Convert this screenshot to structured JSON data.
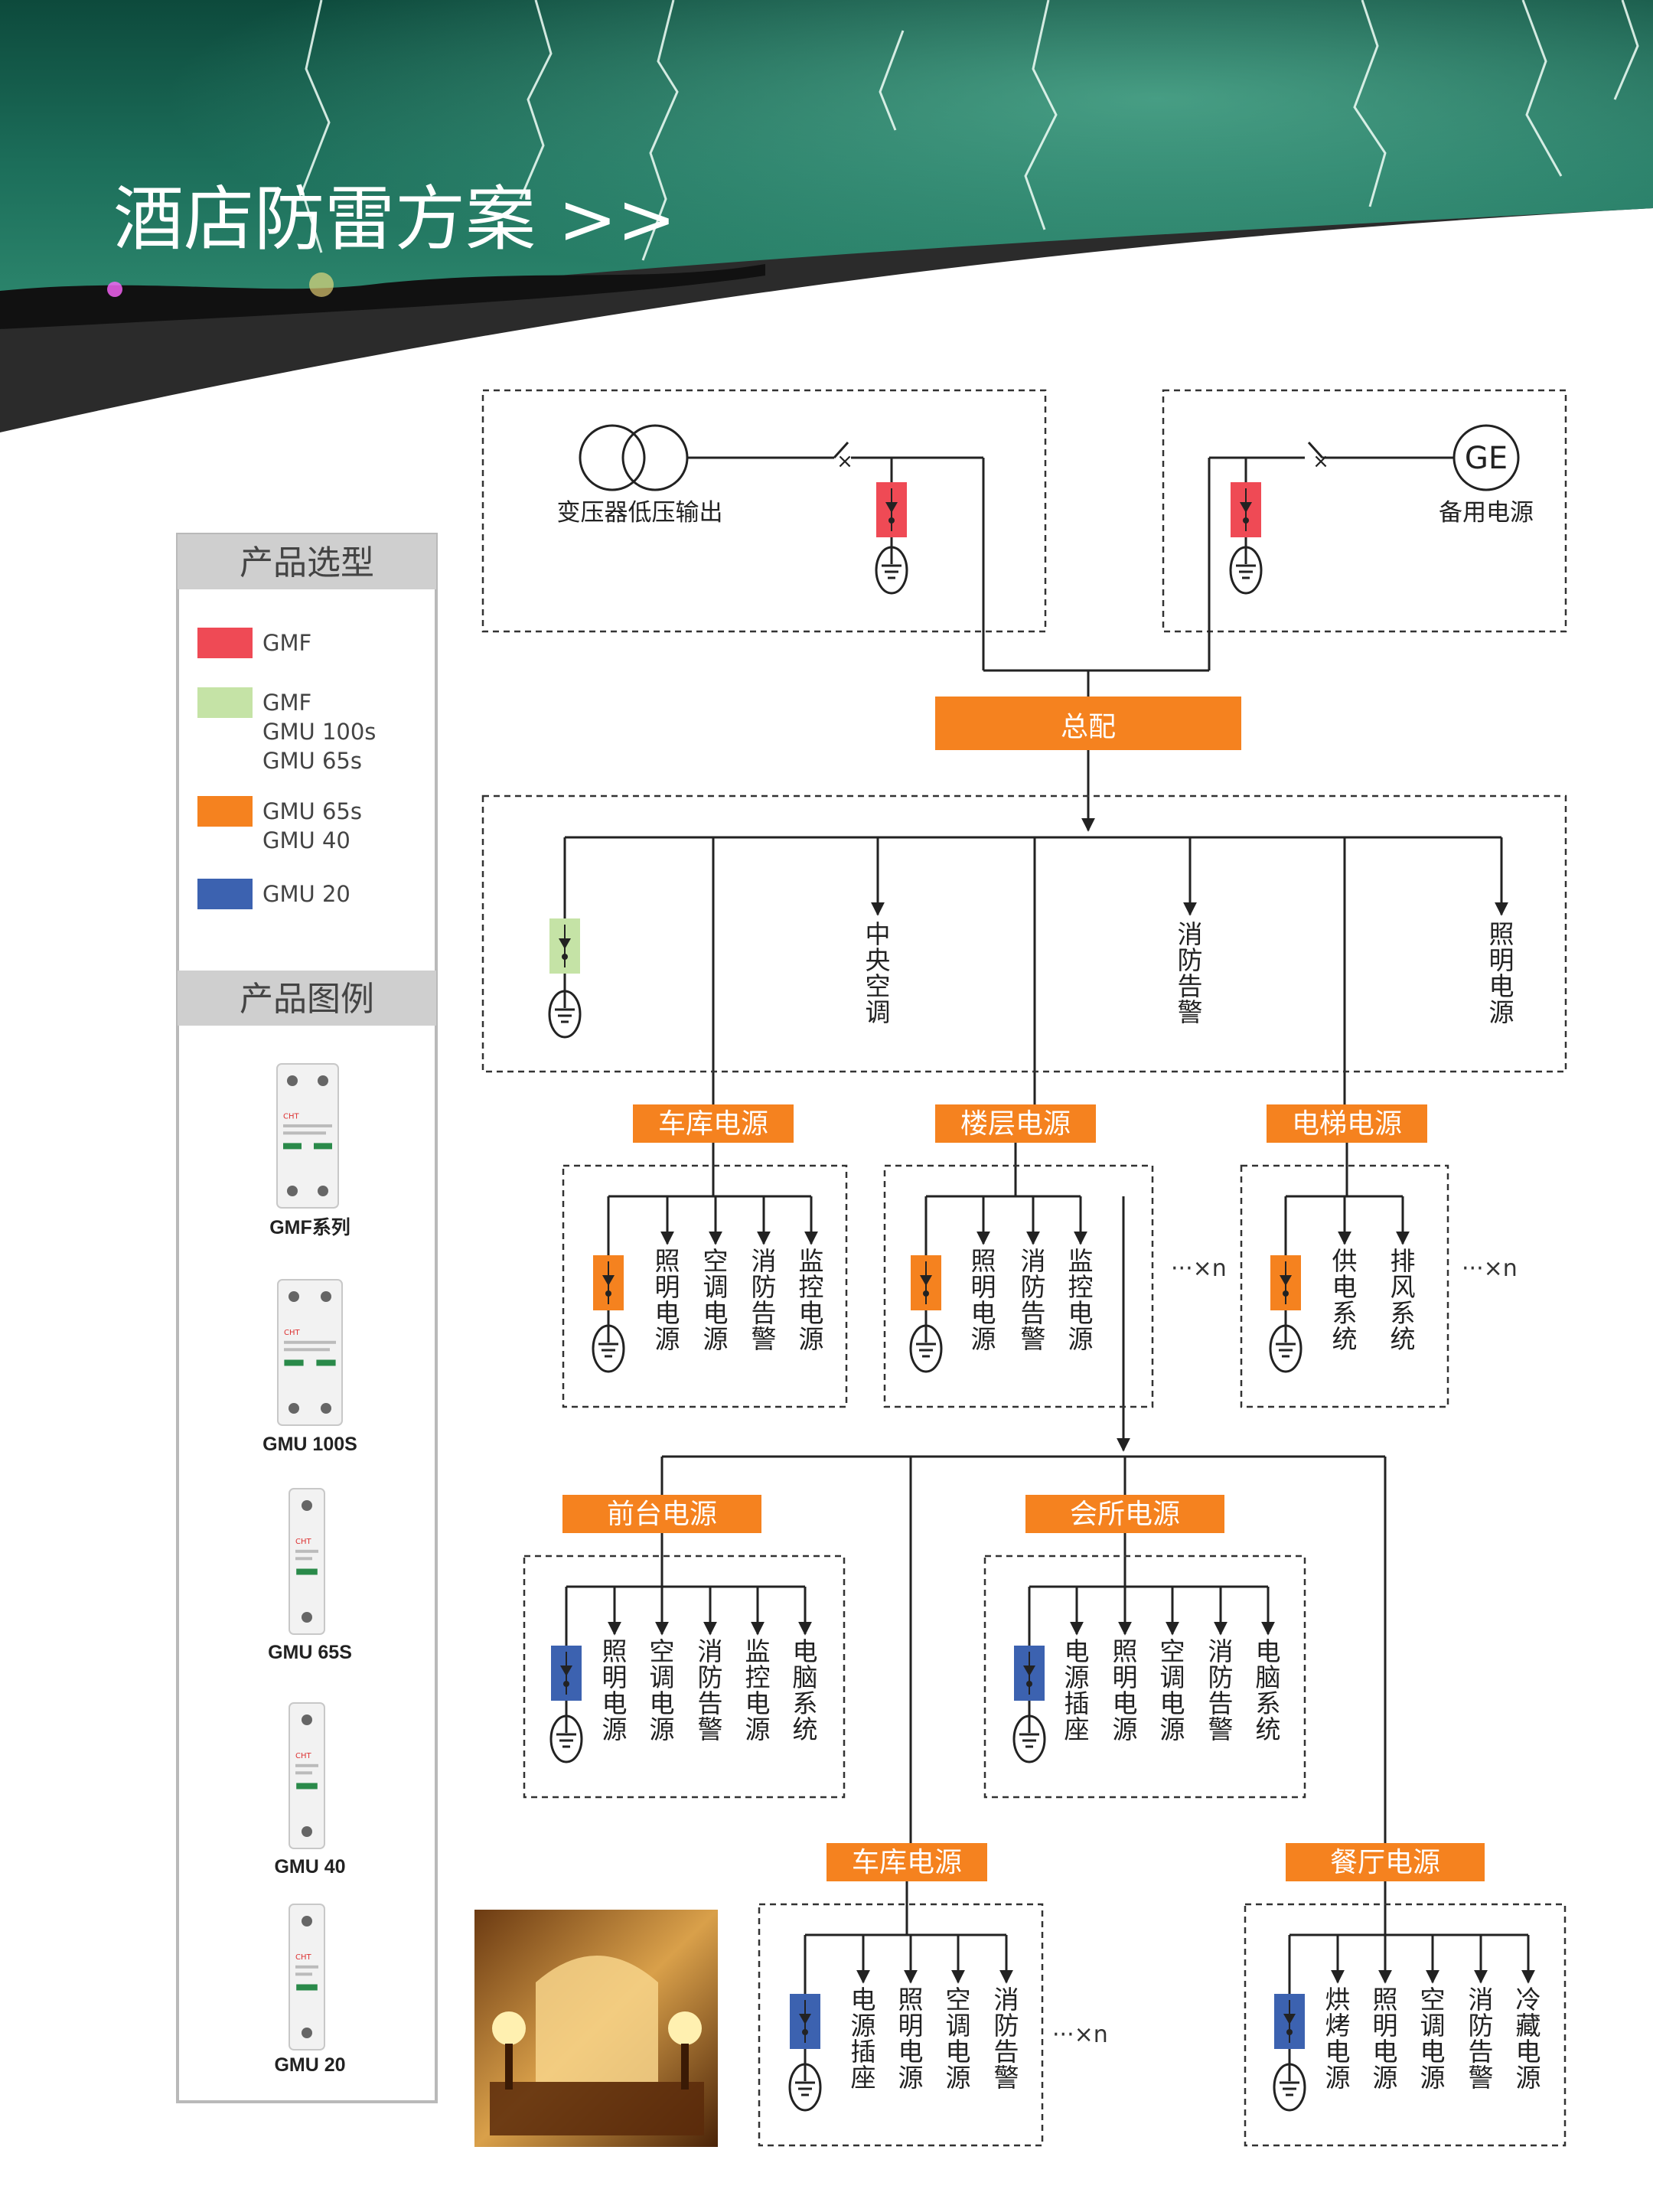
{
  "header": {
    "title": "酒店防雷方案 >>"
  },
  "colors": {
    "gmf": "#ef4a55",
    "gmf_gmu100": "#c5e3a6",
    "gmu65_40": "#f5821f",
    "gmu20": "#3c62b0",
    "orange_box": "#f5821f",
    "header_green": "#1c6e5a"
  },
  "sidebar": {
    "selection_title": "产品选型",
    "legend": [
      {
        "color": "#ef4a55",
        "lines": [
          "GMF"
        ]
      },
      {
        "color": "#c5e3a6",
        "lines": [
          "GMF",
          "GMU 100s",
          "GMU 65s"
        ]
      },
      {
        "color": "#f5821f",
        "lines": [
          "GMU 65s",
          "GMU 40"
        ]
      },
      {
        "color": "#3c62b0",
        "lines": [
          "GMU 20"
        ]
      }
    ],
    "legend_title": "产品图例",
    "products": [
      "GMF系列",
      "GMU 100S",
      "GMU 65S",
      "GMU 40",
      "GMU 20"
    ],
    "device_brand": "CHT"
  },
  "diagram": {
    "transformer_label": "变压器低压输出",
    "ge_label": "备用电源",
    "ge_symbol": "GE",
    "main_panel": "总配",
    "main_branches": [
      "中央空调",
      "消防告警",
      "照明电源"
    ],
    "multiplier": "···×n",
    "boxes": {
      "garage1": {
        "title": "车库电源",
        "items": [
          "照明电源",
          "空调电源",
          "消防告警",
          "监控电源"
        ]
      },
      "floor": {
        "title": "楼层电源",
        "items": [
          "照明电源",
          "消防告警",
          "监控电源"
        ]
      },
      "elevator": {
        "title": "电梯电源",
        "items": [
          "供电系统",
          "排风系统"
        ]
      },
      "front": {
        "title": "前台电源",
        "items": [
          "照明电源",
          "空调电源",
          "消防告警",
          "监控电源",
          "电脑系统"
        ]
      },
      "club": {
        "title": "会所电源",
        "items": [
          "电源插座",
          "照明电源",
          "空调电源",
          "消防告警",
          "电脑系统"
        ]
      },
      "garage2": {
        "title": "车库电源",
        "items": [
          "电源插座",
          "照明电源",
          "空调电源",
          "消防告警"
        ]
      },
      "restaurant": {
        "title": "餐厅电源",
        "items": [
          "烘烤电源",
          "照明电源",
          "空调电源",
          "消防告警",
          "冷藏电源"
        ]
      }
    }
  }
}
